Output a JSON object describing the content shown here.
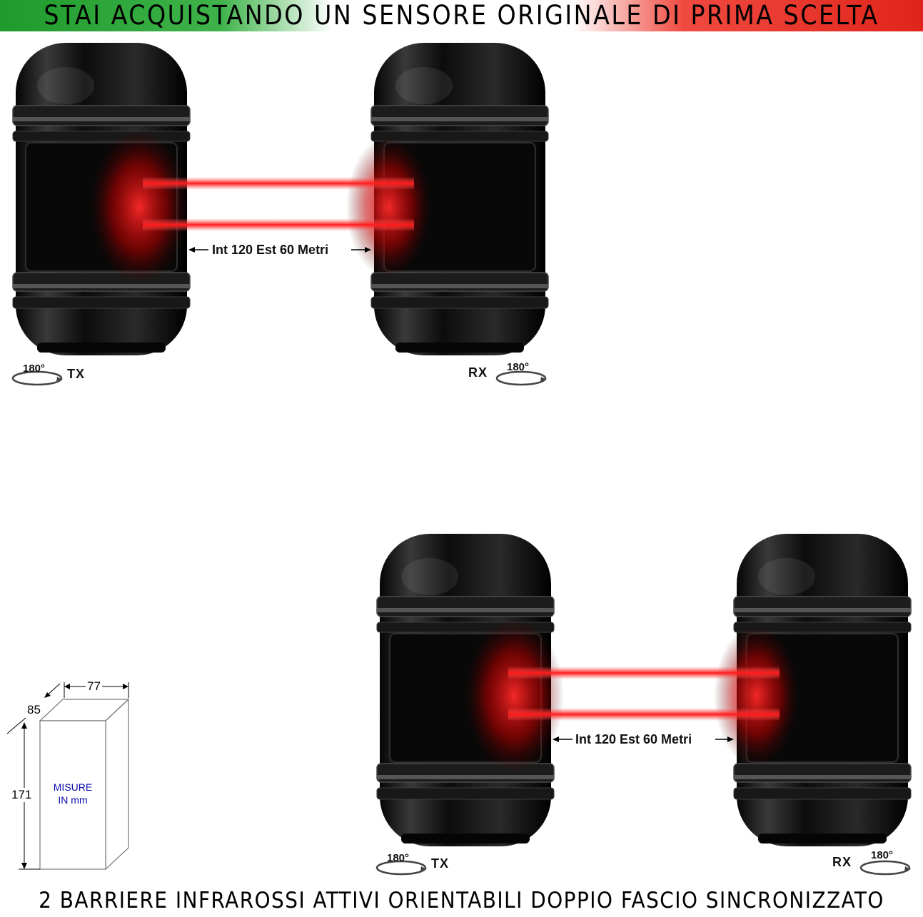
{
  "banner": {
    "text": "STAI ACQUISTANDO UN SENSORE ORIGINALE DI PRIMA SCELTA",
    "colors": {
      "green": "#1f9a2c",
      "white": "#ffffff",
      "red": "#e0241b"
    }
  },
  "pair_top": {
    "range_label": "Int 120 Est 60 Metri",
    "tx_label": "TX",
    "rx_label": "RX",
    "rotation_label": "180°"
  },
  "pair_bottom": {
    "range_label": "Int 120 Est 60 Metri",
    "tx_label": "TX",
    "rx_label": "RX",
    "rotation_label": "180°"
  },
  "dimensions": {
    "width": "77",
    "depth": "85",
    "height": "171",
    "note_line1": "MISURE",
    "note_line2": "IN mm"
  },
  "footer": {
    "text": "2 BARRIERE INFRAROSSI ATTIVI ORIENTABILI DOPPIO FASCIO SINCRONIZZATO"
  },
  "colors": {
    "beam": "#ff1a1a",
    "housing": "#101010"
  },
  "icons": [
    "rotation-180-icon",
    "double-arrow-icon"
  ]
}
